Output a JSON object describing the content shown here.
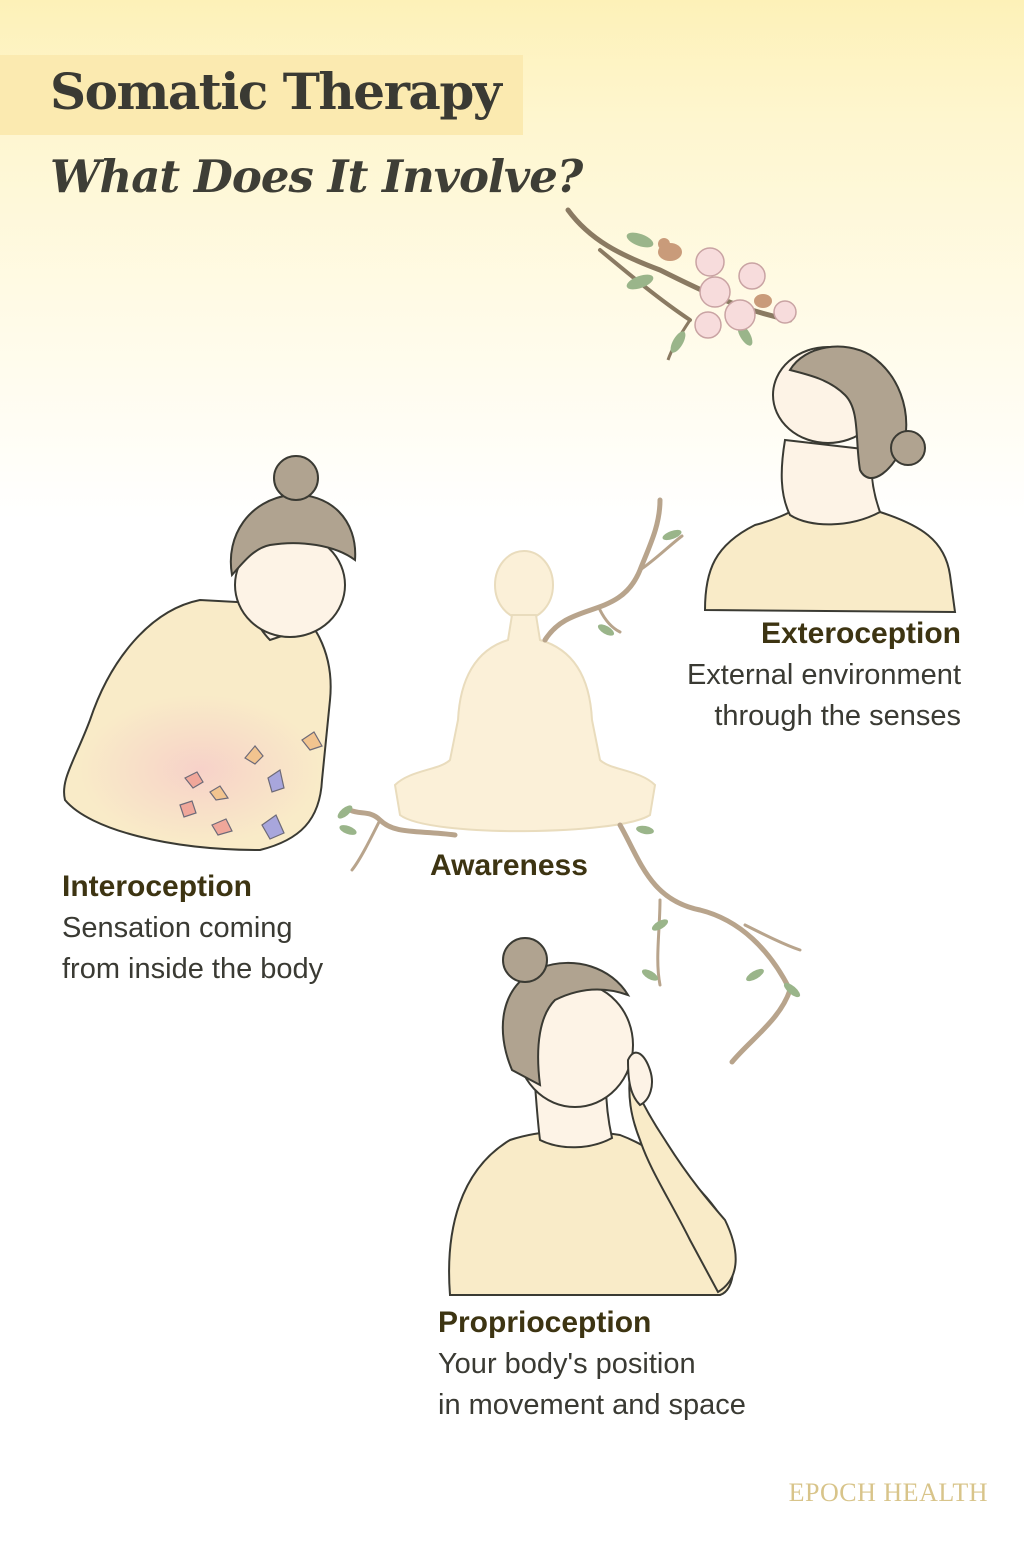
{
  "header": {
    "title": "Somatic Therapy",
    "subtitle": "What Does It Involve?"
  },
  "center": {
    "label": "Awareness"
  },
  "sections": {
    "exteroception": {
      "title": "Exteroception",
      "line1": "External environment",
      "line2": "through the senses"
    },
    "interoception": {
      "title": "Interoception",
      "line1": "Sensation coming",
      "line2": "from inside the body"
    },
    "proprioception": {
      "title": "Proprioception",
      "line1": "Your body's position",
      "line2": "in movement and space"
    }
  },
  "footer": {
    "brand": "EPOCH HEALTH"
  },
  "colors": {
    "title_band": "#fbeab0",
    "label_text": "#3d3412",
    "sweater": "#f9ebc8",
    "hair": "#b0a390",
    "branch": "#b8a48c",
    "leaf": "#9ab58a",
    "brand": "#d8c48a"
  }
}
